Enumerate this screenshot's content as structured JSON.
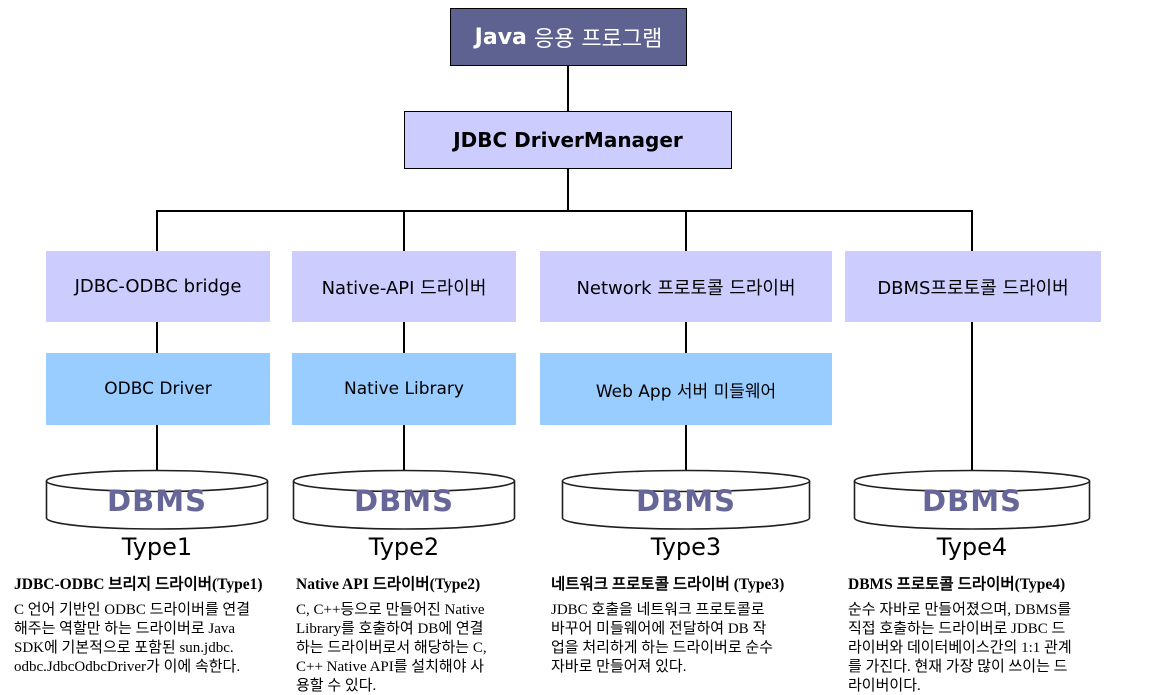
{
  "root_box": {
    "brand": "Java",
    "suffix": " 응용 프로그램"
  },
  "manager_box": {
    "label": "JDBC DriverManager"
  },
  "columns": [
    {
      "driver": "JDBC-ODBC bridge",
      "middleware": "ODBC Driver",
      "dbms": "DBMS",
      "type": "Type1",
      "desc_title": "JDBC-ODBC 브리지 드라이버(Type1)",
      "desc_body": "C 언어 기반인 ODBC 드라이버를 연결\n해주는 역할만 하는 드라이버로 Java\nSDK에 기본적으로 포함된 sun.jdbc.\nodbc.JdbcOdbcDriver가 이에 속한다."
    },
    {
      "driver": "Native-API 드라이버",
      "middleware": "Native Library",
      "dbms": "DBMS",
      "type": "Type2",
      "desc_title": "Native API 드라이버(Type2)",
      "desc_body": "C, C++등으로 만들어진 Native\nLibrary를 호출하여 DB에 연결\n하는 드라이버로서 해당하는 C,\nC++ Native API를 설치해야 사\n용할 수 있다."
    },
    {
      "driver": "Network 프로토콜 드라이버",
      "middleware": "Web App 서버 미들웨어",
      "dbms": "DBMS",
      "type": "Type3",
      "desc_title": "네트워크 프로토콜 드라이버 (Type3)",
      "desc_body": "JDBC 호출을 네트워크 프로토콜로\n바꾸어 미들웨어에 전달하여 DB 작\n업을 처리하게 하는 드라이버로 순수\n자바로 만들어져 있다."
    },
    {
      "driver": "DBMS프로토콜 드라이버",
      "middleware": null,
      "dbms": "DBMS",
      "type": "Type4",
      "desc_title": "DBMS 프로토콜 드라이버(Type4)",
      "desc_body": "순수 자바로 만들어졌으며, DBMS를\n직접 호출하는 드라이버로 JDBC 드\n라이버와 데이터베이스간의 1:1 관계\n를 가진다. 현재 가장 많이 쓰이는 드\n라이버이다."
    }
  ],
  "colors": {
    "app_box_fill": "#5e6290",
    "app_box_text": "#ffffff",
    "panel_purple": "#ccccff",
    "panel_blue": "#99ccff",
    "dbms_text": "#666699",
    "connector": "#000000"
  }
}
